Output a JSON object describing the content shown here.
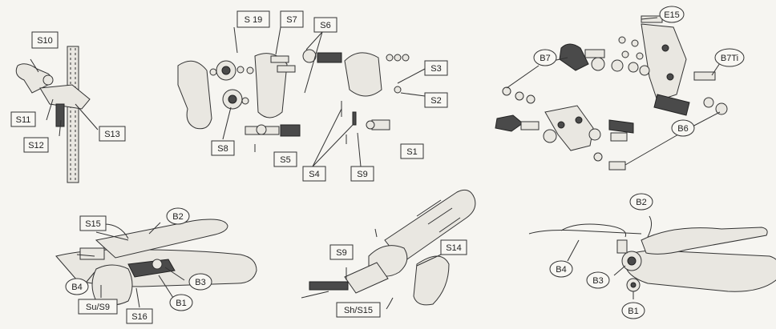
{
  "labels": {
    "s10": "S10",
    "s11": "S11",
    "s12": "S12",
    "s13": "S13",
    "s19": "S 19",
    "s7": "S7",
    "s6": "S6",
    "s3": "S3",
    "s2": "S2",
    "s8": "S8",
    "s5": "S5",
    "s4": "S4",
    "s9a": "S9",
    "s1": "S1",
    "e15": "E15",
    "b7": "B7",
    "b7ti": "B7Ti",
    "b6": "B6",
    "s15": "S15",
    "b2a": "B2",
    "b4a": "B4",
    "b3a": "B3",
    "b1a": "B1",
    "su_s9": "Su/S9",
    "s16": "S16",
    "s9b": "S9",
    "s14": "S14",
    "sh_s15": "Sh/S15",
    "b2b": "B2",
    "b4b": "B4",
    "b3b": "B3",
    "b1b": "B1"
  }
}
